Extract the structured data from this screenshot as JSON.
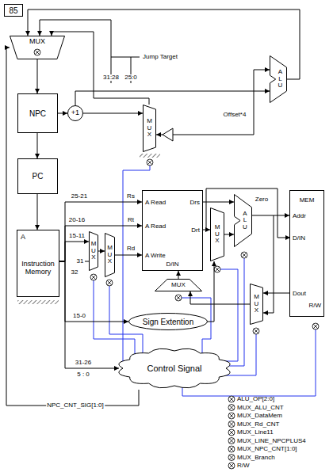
{
  "diagram": {
    "nodes": [
      {
        "text": [
          "85"
        ]
      },
      {
        "text": [
          "MUX"
        ]
      },
      {
        "text": [
          "NPC"
        ]
      },
      {
        "text": [
          "+1"
        ]
      },
      {
        "text": [
          "PC"
        ]
      },
      {
        "text": [
          "A",
          "Instruction Memory"
        ]
      },
      {
        "text": [
          "A L U"
        ]
      },
      {
        "text": [
          "M U X"
        ]
      },
      {
        "text": [
          "A Read",
          "Drs",
          "A Read",
          "Drt",
          "A Write",
          "D/IN"
        ]
      },
      {
        "text": [
          "A L U"
        ]
      },
      {
        "text": [
          "M U X"
        ]
      },
      {
        "text": [
          "MEM",
          "Addr",
          "D/IN",
          "Dout",
          "R/W"
        ]
      },
      {
        "text": [
          "M U X"
        ]
      },
      {
        "text": [
          "M U X"
        ]
      },
      {
        "text": [
          "MUX"
        ]
      },
      {
        "text": [
          "M U X"
        ]
      },
      {
        "text": [
          "Sign Extention"
        ]
      },
      {
        "text": [
          "Control Signal"
        ]
      }
    ],
    "edges": [
      {
        "from": 1,
        "to": 2,
        "arrow": "to"
      },
      {
        "from": 2,
        "to": 4,
        "arrow": "to"
      },
      {
        "from": 4,
        "to": 5,
        "arrow": "to"
      },
      {
        "from": 2,
        "to": 3,
        "arrow": "to"
      },
      {
        "from": 3,
        "to": 6,
        "arrow": "to"
      },
      {
        "from": 3,
        "to": 7,
        "arrow": "to"
      },
      {
        "from": 7,
        "to": 1,
        "arrow": "to"
      },
      {
        "from": 6,
        "to": 1,
        "arrow": "to"
      },
      {
        "from": 5,
        "to": 8,
        "arrow": "to"
      },
      {
        "from": 5,
        "to": 8,
        "arrow": "to"
      },
      {
        "from": 5,
        "to": 12,
        "arrow": "to"
      },
      {
        "from": 12,
        "to": 13,
        "arrow": "to"
      },
      {
        "from": 13,
        "to": 8,
        "arrow": "to"
      },
      {
        "from": 8,
        "to": 9,
        "arrow": "to"
      },
      {
        "from": 8,
        "to": 10,
        "arrow": "to"
      },
      {
        "from": 10,
        "to": 9,
        "arrow": "to"
      },
      {
        "from": 9,
        "to": 11,
        "arrow": "to"
      },
      {
        "from": 11,
        "to": 15,
        "arrow": "to"
      },
      {
        "from": 15,
        "to": 14,
        "arrow": "to"
      },
      {
        "from": 14,
        "to": 8,
        "arrow": "to"
      },
      {
        "from": 16,
        "to": 10,
        "arrow": "to"
      },
      {
        "from": 5,
        "to": 16,
        "arrow": "to"
      },
      {
        "from": 5,
        "to": 17,
        "arrow": "to"
      },
      {
        "from": 17,
        "to": 1,
        "label": "NPC_CNT_SIG[1:0]",
        "arrow": "to"
      }
    ],
    "labels": [
      "Jump Target",
      "31:28",
      "25:0",
      "Offset*4",
      "25-21",
      "Rs",
      "20-16",
      "Rt",
      "15-11",
      "Rd",
      "31",
      "32",
      "Zero",
      "15-0",
      "31-26",
      "5 : 0"
    ],
    "legend": [
      {
        "text": "ALU_OP[2:0]"
      },
      {
        "text": "MUX_ALU_CNT"
      },
      {
        "text": "MUX_DataMem"
      },
      {
        "text": "MUX_Rd_CNT"
      },
      {
        "text": "MUX_Line11"
      },
      {
        "text": "MUX_LINE_NPCPLUS4"
      },
      {
        "text": "MUX_NPC_CNT[1:0]"
      },
      {
        "text": "MUX_Branch"
      },
      {
        "text": "R/W"
      }
    ]
  }
}
